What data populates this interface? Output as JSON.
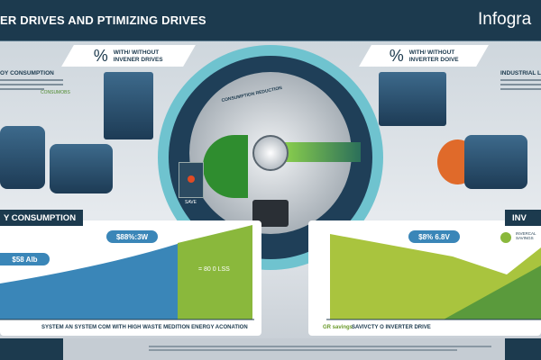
{
  "header": {
    "title": "ER DRIVES AND PTIMIZING DRIVES",
    "brand": "Infogra"
  },
  "banners": [
    {
      "icon": "%",
      "line1": "WITH/ WITHOUT",
      "line2": "INVENER DRIVES"
    },
    {
      "icon": "%",
      "line1": "WITH/ WITHOUT",
      "line2": "INVERTER DOIVE"
    }
  ],
  "left_top": {
    "heading": "OY CONSUMPTION",
    "tag": "CONSUMOBS"
  },
  "right_top": {
    "heading": "INDUSTRIAL LES"
  },
  "center": {
    "ring_label": "CONSUMPTION REDUCTION",
    "panel_label": "SAVE"
  },
  "left_chart": {
    "banner": "Y CONSUMPTION",
    "pill_top": "$88%:3W",
    "pill_left": "$58 Alb",
    "annotation": "= 80 0 LSS",
    "caption": "SYSTEM AN SYSTEM COM WITH HIGH WASTE MEDITION ENERGY ACONATION"
  },
  "right_chart": {
    "banner": "INV",
    "pill_top": "$8% 6.8V",
    "legend": "INVERCAL SAVINGS",
    "legend_tag": "GR savings",
    "caption": "SAVIVCTY O INVERTER DRIVE"
  },
  "colors": {
    "navy": "#1c3a4e",
    "teal": "#6fc3cf",
    "blue": "#3a86b8",
    "green": "#8ab83c"
  }
}
